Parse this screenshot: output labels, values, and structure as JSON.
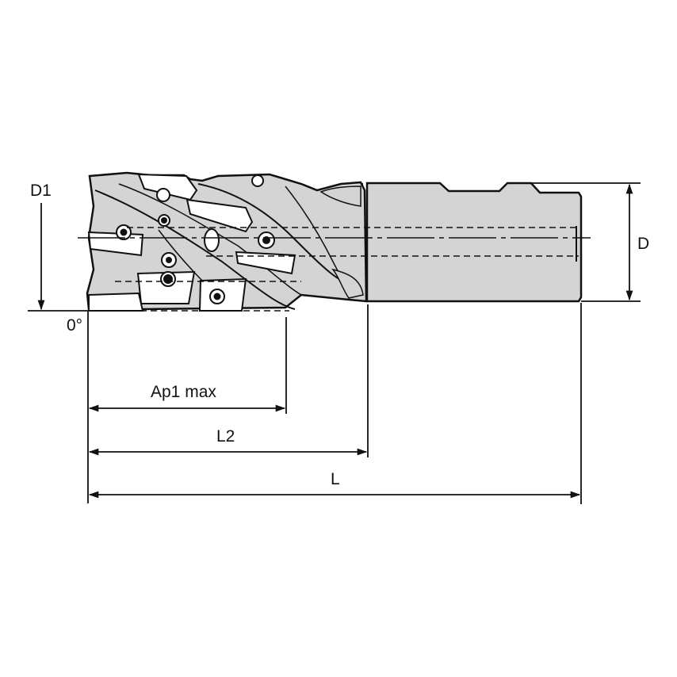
{
  "drawing": {
    "title": "Milling cutter dimension drawing",
    "colors": {
      "body_fill": "#d4d4d4",
      "line": "#111111",
      "insert_fill": "#ffffff",
      "background": "#ffffff"
    }
  },
  "dimensions": {
    "D1": {
      "label": "D1"
    },
    "D": {
      "label": "D"
    },
    "angle": {
      "label": "0°"
    },
    "Ap1_max": {
      "label": "Ap1 max"
    },
    "L2": {
      "label": "L2"
    },
    "L": {
      "label": "L"
    }
  }
}
